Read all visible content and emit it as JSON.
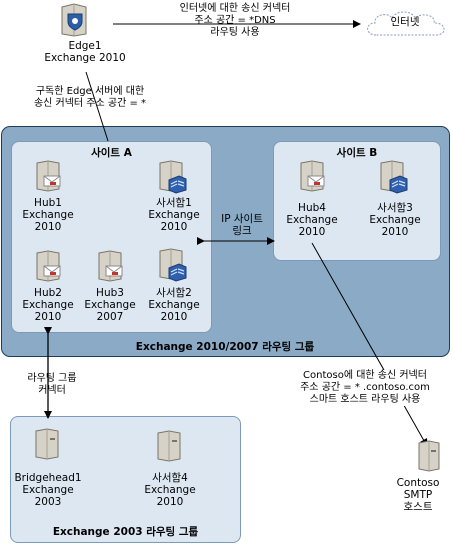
{
  "edge": {
    "name": "Edge1",
    "version": "Exchange 2010"
  },
  "internet_connector": {
    "line1": "인터넷에 대한 송신 커넥터",
    "line2": "주소 공간 = *DNS",
    "line3": "라우팅 사용"
  },
  "internet": {
    "label": "인터넷"
  },
  "edge_subscription": {
    "line1": "구독한 Edge 서버에 대한",
    "line2": "송신 커넥터 주소 공간 = *"
  },
  "site_a": {
    "title": "사이트 A",
    "servers": [
      {
        "name": "Hub1",
        "version": "Exchange",
        "year": "2010"
      },
      {
        "name": "사서함1",
        "version": "Exchange",
        "year": "2010"
      },
      {
        "name": "Hub2",
        "version": "Exchange",
        "year": "2010"
      },
      {
        "name": "Hub3",
        "version": "Exchange",
        "year": "2007"
      },
      {
        "name": "사서함2",
        "version": "Exchange",
        "year": "2010"
      }
    ]
  },
  "ip_site_link": {
    "line1": "IP 사이트",
    "line2": "링크"
  },
  "site_b": {
    "title": "사이트 B",
    "servers": [
      {
        "name": "Hub4",
        "version": "Exchange",
        "year": "2010"
      },
      {
        "name": "사서함3",
        "version": "Exchange",
        "year": "2010"
      }
    ]
  },
  "routing_group_2010": {
    "label": "Exchange 2010/2007 라우팅 그룹"
  },
  "routing_group_connector": {
    "line1": "라우팅 그룹",
    "line2": "커넥터"
  },
  "contoso_connector": {
    "line1": "Contoso에 대한 송신 커넥터",
    "line2": "주소 공간 = * .contoso.com",
    "line3": "스마트 호스트 라우팅 사용"
  },
  "group_2003": {
    "label": "Exchange 2003 라우팅 그룹",
    "servers": [
      {
        "name": "Bridgehead1",
        "version": "Exchange",
        "year": "2003"
      },
      {
        "name": "사서함4",
        "version": "Exchange",
        "year": "2010"
      }
    ]
  },
  "contoso_host": {
    "line1": "Contoso",
    "line2": "SMTP",
    "line3": "호스트"
  },
  "colors": {
    "org_fill": "#8aaac6",
    "site_fill": "#dde7f2",
    "org_border": "#1f3c5a"
  }
}
